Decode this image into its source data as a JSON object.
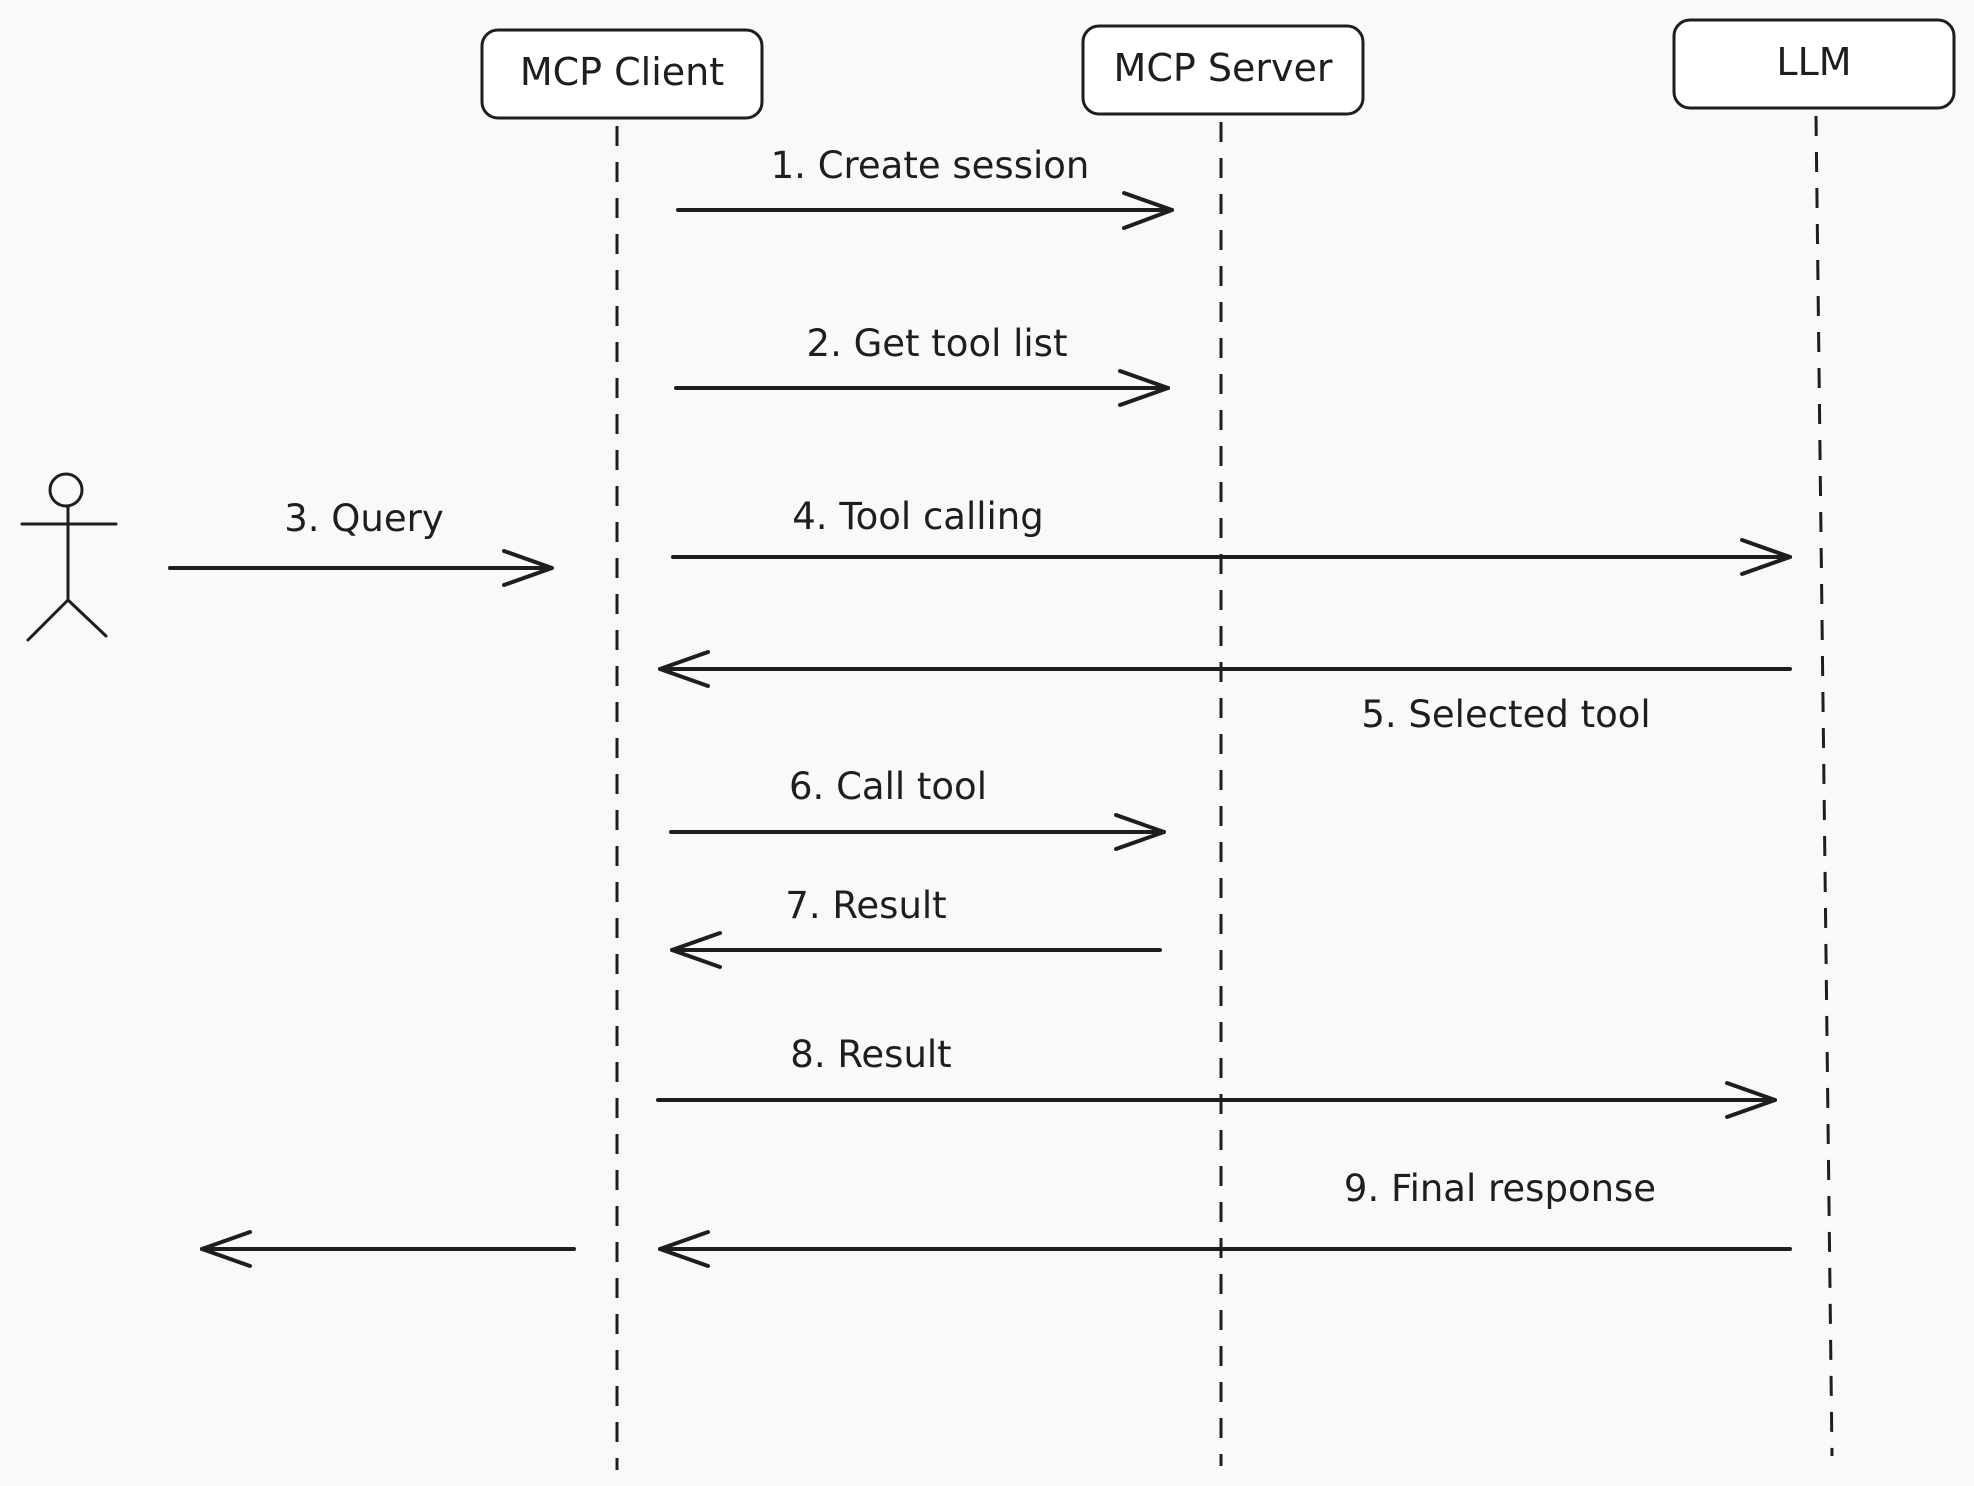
{
  "diagram": {
    "participants": [
      {
        "id": "user",
        "label": ""
      },
      {
        "id": "mcp-client",
        "label": "MCP Client"
      },
      {
        "id": "mcp-server",
        "label": "MCP Server"
      },
      {
        "id": "llm",
        "label": "LLM"
      }
    ],
    "messages": [
      {
        "step": 1,
        "from": "mcp-client",
        "to": "mcp-server",
        "label": "1. Create session"
      },
      {
        "step": 2,
        "from": "mcp-client",
        "to": "mcp-server",
        "label": "2. Get tool list"
      },
      {
        "step": 3,
        "from": "user",
        "to": "mcp-client",
        "label": "3. Query"
      },
      {
        "step": 4,
        "from": "mcp-client",
        "to": "llm",
        "label": "4. Tool calling"
      },
      {
        "step": 5,
        "from": "llm",
        "to": "mcp-client",
        "label": "5. Selected tool"
      },
      {
        "step": 6,
        "from": "mcp-client",
        "to": "mcp-server",
        "label": "6. Call tool"
      },
      {
        "step": 7,
        "from": "mcp-server",
        "to": "mcp-client",
        "label": "7. Result"
      },
      {
        "step": 8,
        "from": "mcp-client",
        "to": "llm",
        "label": "8. Result"
      },
      {
        "step": 9,
        "from": "llm",
        "to": "mcp-client",
        "label": "9. Final response"
      },
      {
        "step": 10,
        "from": "mcp-client",
        "to": "user",
        "label": ""
      }
    ],
    "colors": {
      "background": "#f8f9fa",
      "stroke": "#1e1e1e",
      "box_fill": "#ffffff"
    }
  }
}
